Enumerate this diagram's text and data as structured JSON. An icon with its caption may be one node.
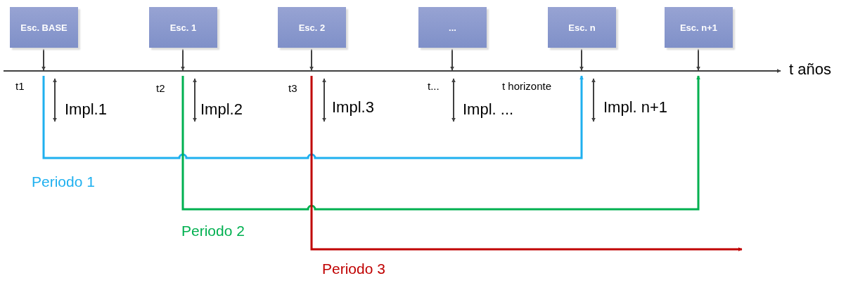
{
  "diagram": {
    "nodes": [
      {
        "text": [
          "Esc. BASE"
        ]
      },
      {
        "text": [
          "Esc. 1"
        ]
      },
      {
        "text": [
          "Esc. 2"
        ]
      },
      {
        "text": [
          "..."
        ]
      },
      {
        "text": [
          "Esc. n"
        ]
      },
      {
        "text": [
          "Esc. n+1"
        ]
      }
    ],
    "edges": [
      {
        "from": 0,
        "to": null,
        "arrow": "to"
      },
      {
        "from": 1,
        "to": null,
        "arrow": "to"
      },
      {
        "from": 2,
        "to": null,
        "arrow": "to"
      },
      {
        "from": 3,
        "to": null,
        "arrow": "to"
      },
      {
        "from": 4,
        "to": null,
        "arrow": "to"
      },
      {
        "from": 5,
        "to": null,
        "arrow": "to"
      }
    ],
    "labels": [
      "t años",
      "t1",
      "Impl.1",
      "t2",
      "Impl.2",
      "t3",
      "Impl.3",
      "t...",
      "Impl. ...",
      "t horizonte",
      "Impl. n+1",
      "Periodo 1",
      "Periodo 2",
      "Periodo 3"
    ]
  }
}
